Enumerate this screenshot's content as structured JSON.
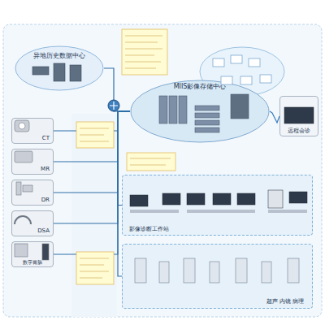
{
  "diagram": {
    "nodes": [
      {
        "text": [
          "异地历史数据中心"
        ]
      },
      {
        "text": [
          "MIIS影像存储中心"
        ]
      },
      {
        "text": [
          "CT"
        ]
      },
      {
        "text": [
          "MR"
        ]
      },
      {
        "text": [
          "DR"
        ]
      },
      {
        "text": [
          "DSA"
        ]
      },
      {
        "text": [
          "数字胃肠"
        ]
      },
      {
        "text": [
          "影像诊断工作站"
        ]
      },
      {
        "text": [
          "超声 内镜 病理"
        ]
      },
      {
        "text": [
          "远程会诊"
        ]
      }
    ],
    "edges": [
      {
        "from": 0,
        "to": 1,
        "arrow": "none"
      },
      {
        "from": 2,
        "to": 1,
        "arrow": "none"
      },
      {
        "from": 3,
        "to": 1,
        "arrow": "none"
      },
      {
        "from": 4,
        "to": 1,
        "arrow": "none"
      },
      {
        "from": 5,
        "to": 1,
        "arrow": "none"
      },
      {
        "from": 6,
        "to": 1,
        "arrow": "none"
      },
      {
        "from": 1,
        "to": 7,
        "arrow": "none"
      },
      {
        "from": 1,
        "to": 8,
        "arrow": "none"
      },
      {
        "from": 9,
        "to": 1,
        "arrow": "none"
      }
    ]
  }
}
